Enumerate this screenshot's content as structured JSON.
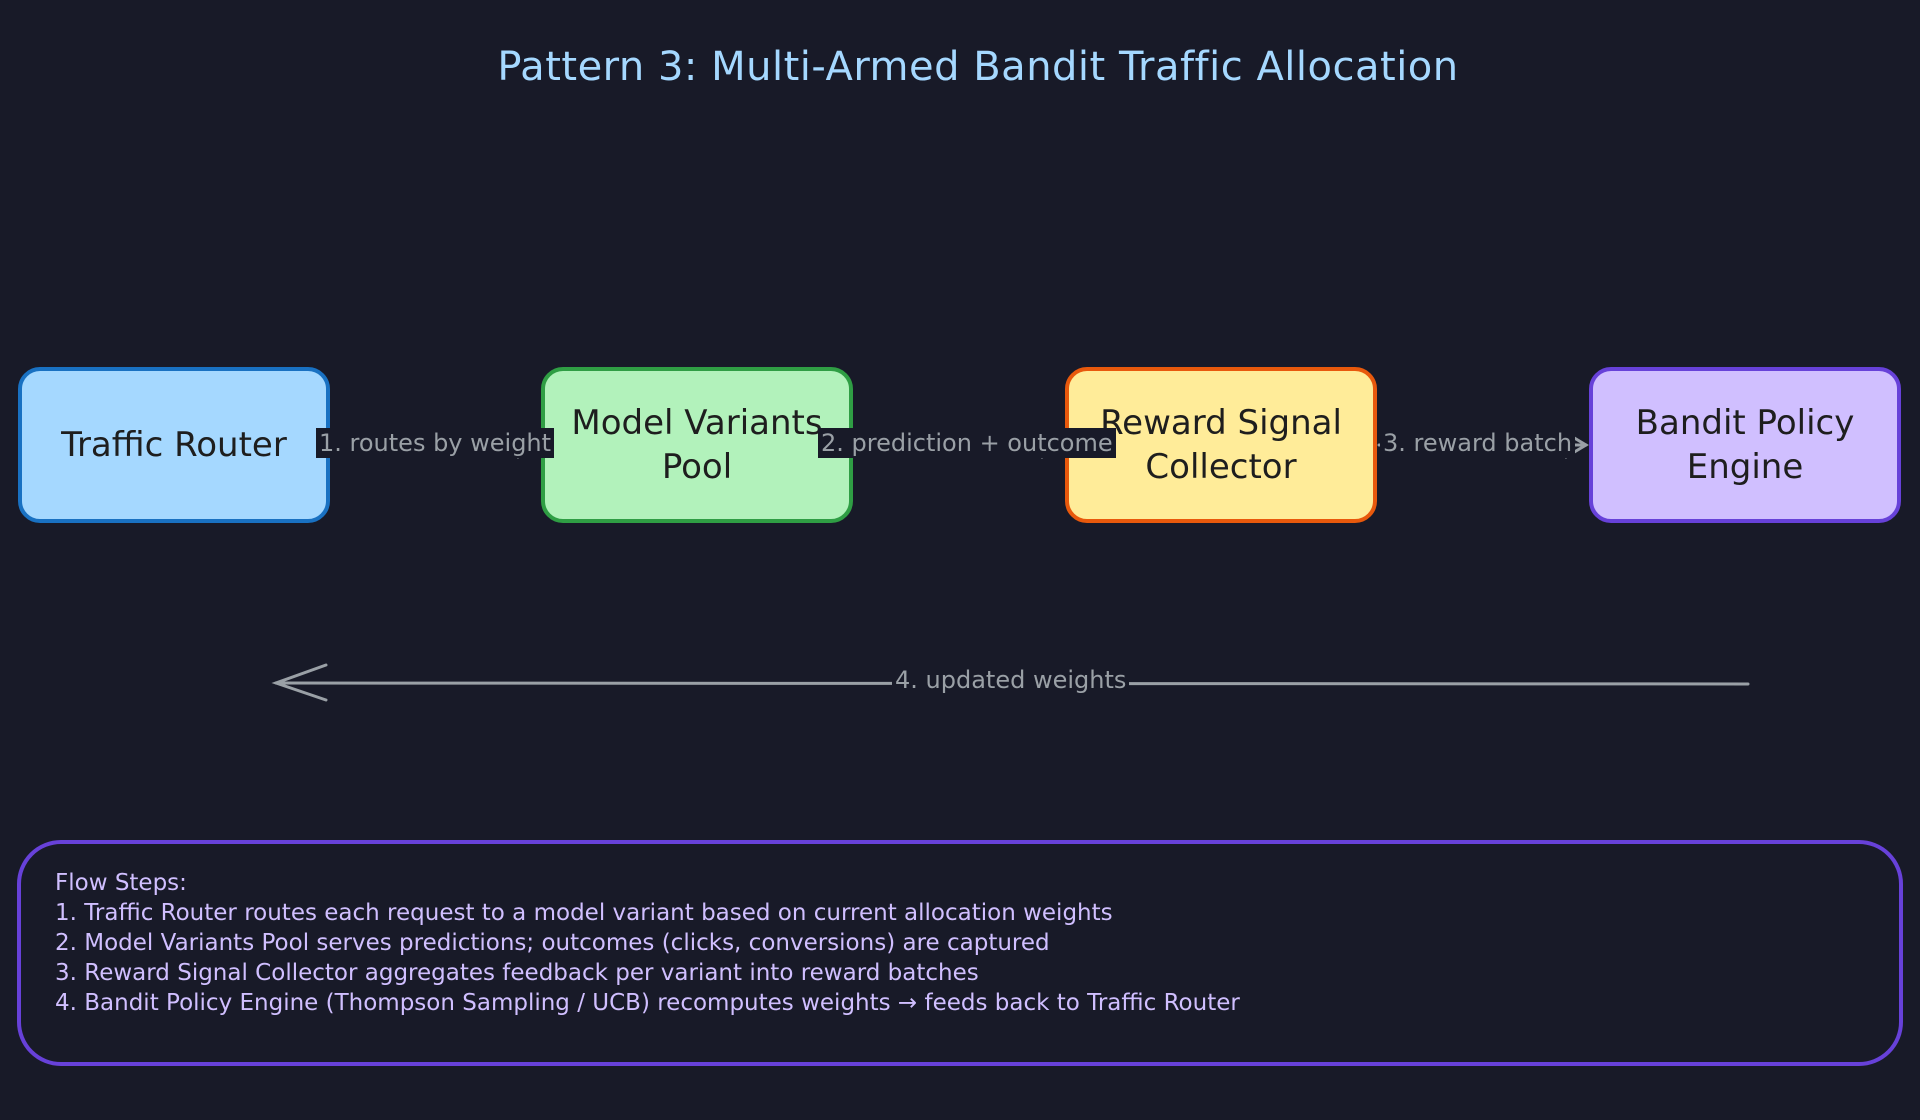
{
  "title": "Pattern 3: Multi-Armed Bandit Traffic Allocation",
  "nodes": {
    "router": "Traffic Router",
    "pool": "Model Variants Pool",
    "collector": "Reward Signal Collector",
    "engine": "Bandit Policy Engine"
  },
  "edges": {
    "e1": "1. routes by weight",
    "e2": "2. prediction + outcome",
    "e3": "3. reward batch",
    "e4": "4. updated weights"
  },
  "colors": {
    "background": "#181a28",
    "title": "#a5d8ff",
    "router_fill": "#a5d8ff",
    "router_stroke": "#1971c2",
    "pool_fill": "#b2f2bb",
    "pool_stroke": "#2f9e44",
    "collector_fill": "#ffec99",
    "collector_stroke": "#e8590c",
    "engine_fill": "#d0bfff",
    "engine_stroke": "#6741d9",
    "edge": "#9aa0a6"
  },
  "steps": {
    "heading": "Flow Steps:",
    "items": [
      "1. Traffic Router routes each request to a model variant based on current allocation weights",
      "2. Model Variants Pool serves predictions; outcomes (clicks, conversions) are captured",
      "3. Reward Signal Collector aggregates feedback per variant into reward batches",
      "4. Bandit Policy Engine (Thompson Sampling / UCB) recomputes weights → feeds back to Traffic Router"
    ]
  }
}
